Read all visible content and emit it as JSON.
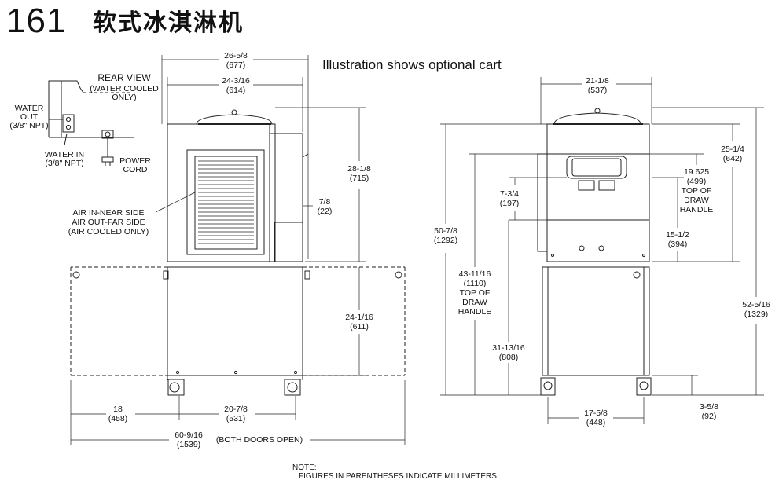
{
  "header": {
    "model_number": "161",
    "model_name_cn": "软式冰淇淋机",
    "caption": "Illustration shows optional cart"
  },
  "rear_view": {
    "title": "REAR VIEW",
    "subtitle_1": "(WATER COOLED",
    "subtitle_2": "ONLY)",
    "water_out_1": "WATER",
    "water_out_2": "OUT",
    "water_out_3": "(3/8\" NPT)",
    "water_in_1": "WATER IN",
    "water_in_2": "(3/8\" NPT)",
    "power_1": "POWER",
    "power_2": "CORD"
  },
  "side_view": {
    "width_top": {
      "frac": "26-5/8",
      "mm": "(677)"
    },
    "width_inner": {
      "frac": "24-3/16",
      "mm": "(614)"
    },
    "height_machine": {
      "frac": "28-1/8",
      "mm": "(715)"
    },
    "side_offset": {
      "frac": "7/8",
      "mm": "(22)"
    },
    "height_cart": {
      "frac": "24-1/16",
      "mm": "(611)"
    },
    "door_left": {
      "frac": "18",
      "mm": "(458)"
    },
    "cart_width": {
      "frac": "20-7/8",
      "mm": "(531)"
    },
    "overall": {
      "frac": "60-9/16",
      "mm": "(1539)",
      "note": "(BOTH DOORS OPEN)"
    },
    "air_1": "AIR IN-NEAR SIDE",
    "air_2": "AIR OUT-FAR SIDE",
    "air_3": "(AIR COOLED ONLY)"
  },
  "front_view": {
    "width_top": {
      "frac": "21-1/8",
      "mm": "(537)"
    },
    "upper_height": {
      "frac": "25-1/4",
      "mm": "(642)"
    },
    "draw_handle": {
      "frac": "19.625",
      "mm": "(499)",
      "l1": "TOP OF",
      "l2": "DRAW",
      "l3": "HANDLE"
    },
    "spout": {
      "frac": "7-3/4",
      "mm": "(197)"
    },
    "lower_height": {
      "frac": "15-1/2",
      "mm": "(394)"
    },
    "total_left": {
      "frac": "50-7/8",
      "mm": "(1292)"
    },
    "handle_total": {
      "frac": "43-11/16",
      "mm": "(1110)",
      "l1": "TOP OF",
      "l2": "DRAW",
      "l3": "HANDLE"
    },
    "counter": {
      "frac": "31-13/16",
      "mm": "(808)"
    },
    "total_right": {
      "frac": "52-5/16",
      "mm": "(1329)"
    },
    "cart_base": {
      "frac": "17-5/8",
      "mm": "(448)"
    },
    "caster": {
      "frac": "3-5/8",
      "mm": "(92)"
    }
  },
  "note": {
    "line1": "NOTE:",
    "line2": "FIGURES IN PARENTHESES INDICATE MILLIMETERS."
  }
}
